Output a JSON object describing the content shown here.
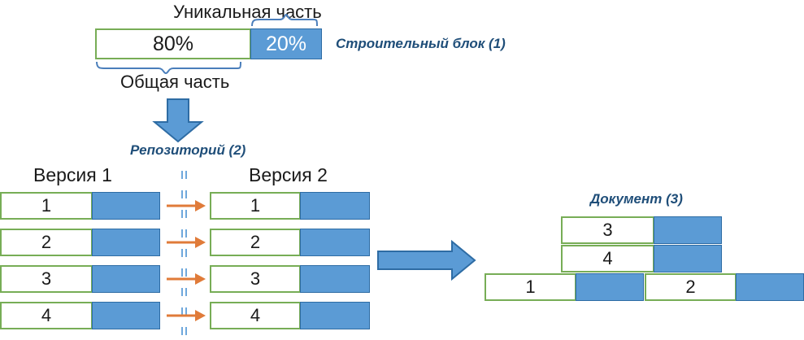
{
  "diagram": {
    "title_hidden": "",
    "colors": {
      "blue_fill": "#5b9bd5",
      "blue_stroke": "#2e6ca4",
      "green_stroke": "#77ad56",
      "orange": "#e07b39",
      "label_blue": "#1f4e79",
      "text_black": "#1a1a1a",
      "background": "#ffffff"
    }
  },
  "building_block": {
    "common_value": "80%",
    "unique_value": "20%",
    "unique_brace_label": "Уникальная часть",
    "common_brace_label": "Общая часть",
    "title": "Строительный блок (1)"
  },
  "repository": {
    "title": "Репозиторий (2)",
    "version1_label": "Версия 1",
    "version2_label": "Версия 2",
    "version1_blocks": [
      "1",
      "2",
      "3",
      "4"
    ],
    "version2_blocks": [
      "1",
      "2",
      "3",
      "4"
    ]
  },
  "document": {
    "title": "Документ (3)",
    "stacked_blocks": [
      "3",
      "4"
    ],
    "base_blocks": [
      "1",
      "2"
    ]
  },
  "icons": {
    "down_arrow": "down-arrow-icon",
    "right_arrow": "right-arrow-icon",
    "transfer_arrow": "orange-right-arrow-icon",
    "divider": "dashed-vertical-divider-icon",
    "brace_top": "curly-brace-up-icon",
    "brace_bottom": "curly-brace-down-icon"
  }
}
